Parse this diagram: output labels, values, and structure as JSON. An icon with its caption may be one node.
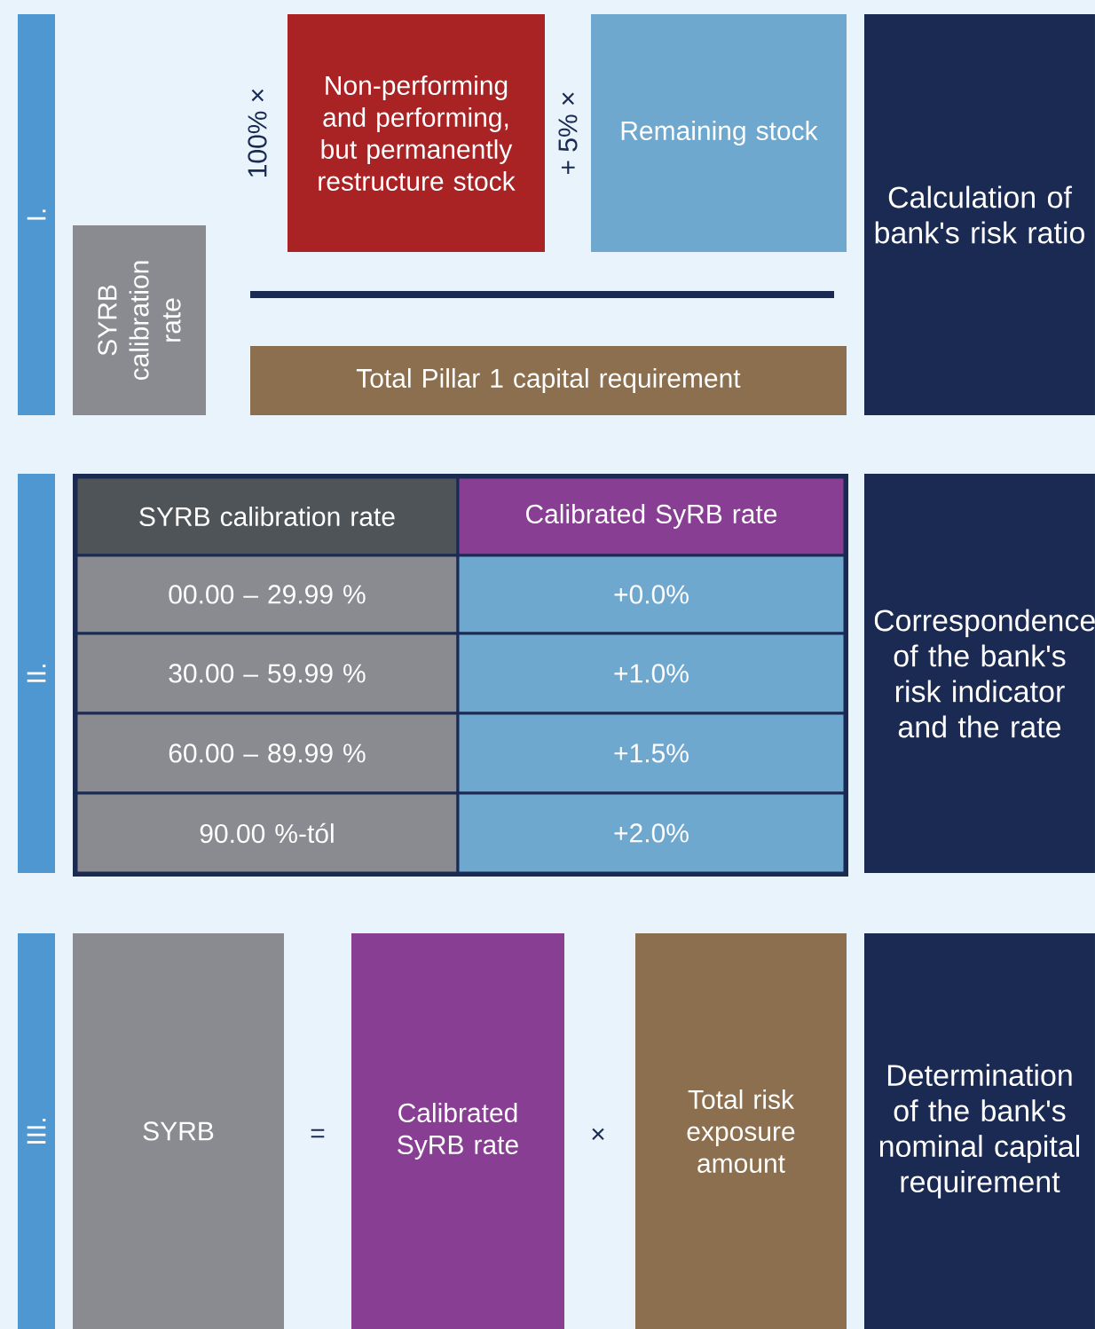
{
  "diagram": {
    "nodes": [
      {
        "text": [
          "I."
        ]
      },
      {
        "text": [
          "SYRB calibration rate"
        ]
      },
      {
        "text": [
          "Non-performing and performing, but permanently restructure stock"
        ]
      },
      {
        "text": [
          "Remaining stock"
        ]
      },
      {
        "text": [
          "Total Pillar 1 capital requirement"
        ]
      },
      {
        "text": [
          "Calculation of bank's risk ratio"
        ]
      },
      {
        "text": [
          "II."
        ]
      },
      {
        "text": [
          "Correspondence of the bank's risk indicator and the rate"
        ]
      },
      {
        "text": [
          "III."
        ]
      },
      {
        "text": [
          "SYRB"
        ]
      },
      {
        "text": [
          "Calibrated SyRB rate"
        ]
      },
      {
        "text": [
          "Total risk exposure amount"
        ]
      },
      {
        "text": [
          "Determination of the bank's nominal capital requirement"
        ]
      }
    ],
    "labels": [
      "100% ×",
      "+ 5% ×",
      "SYRB calibration rate",
      "Calibrated SyRB rate",
      "00.00 – 29.99 %",
      "+0.0%",
      "30.00 – 59.99 %",
      "+1.0%",
      "60.00 – 89.99 %",
      "+1.5%",
      "90.00 %-tól",
      "+2.0%",
      "=",
      "×"
    ]
  }
}
